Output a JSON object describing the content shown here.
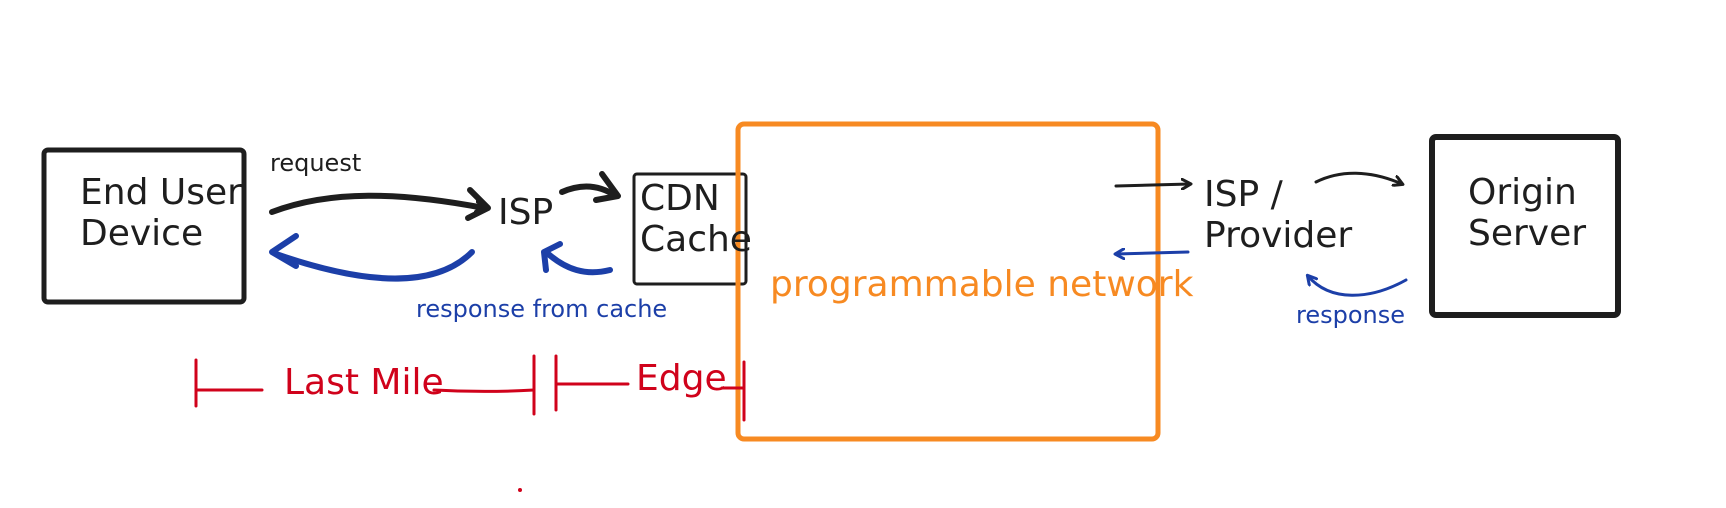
{
  "nodes": {
    "end_user_device": [
      "End User",
      "Device"
    ],
    "isp": "ISP",
    "cdn_cache": [
      "CDN",
      "Cache"
    ],
    "programmable_network": "programmable network",
    "isp_provider": [
      "ISP /",
      "Provider"
    ],
    "origin_server": [
      "Origin",
      "Server"
    ]
  },
  "edge_labels": {
    "request": "request",
    "response_from_cache": "response from cache",
    "response": "response"
  },
  "segments": {
    "last_mile": "Last Mile",
    "edge": "Edge"
  },
  "colors": {
    "stroke": "#1e1e1e",
    "response_arrow": "#1c3fa8",
    "segment": "#d0021b",
    "network_box": "#f78a22"
  }
}
